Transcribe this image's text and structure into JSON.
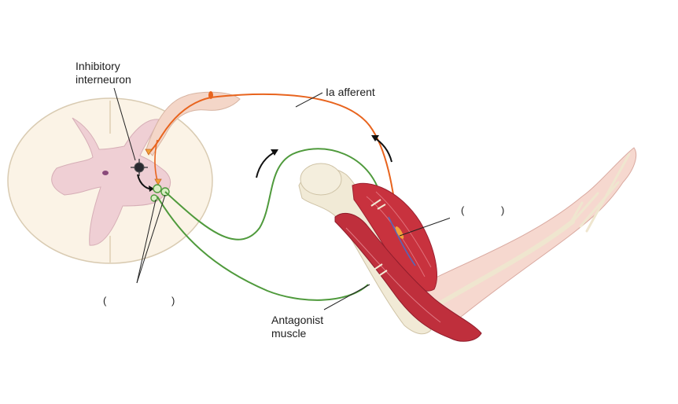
{
  "labels": {
    "inhibitory_line1": "Inhibitory",
    "inhibitory_line2": "interneuron",
    "ia_afferent": "Ia afferent",
    "antagonist_line1": "Antagonist",
    "antagonist_line2": "muscle",
    "blank_right_open": "(",
    "blank_right_close": ")",
    "blank_left_open": "(",
    "blank_left_close": ")"
  },
  "colors": {
    "afferent_fiber": "#e8641e",
    "motor_fiber": "#4f9a3c",
    "grey_matter": "#efcfd4",
    "white_matter": "#fbf3e6",
    "muscle": "#c8323e",
    "bone": "#f1ead6",
    "skin": "#f6d8cf",
    "interneuron": "#2a2a30",
    "arrow": "#1a1a1a"
  },
  "icons": [
    "up-right-curved-arrow-icon",
    "up-left-curved-arrow-icon",
    "interneuron-inhibition-arrow-icon"
  ]
}
